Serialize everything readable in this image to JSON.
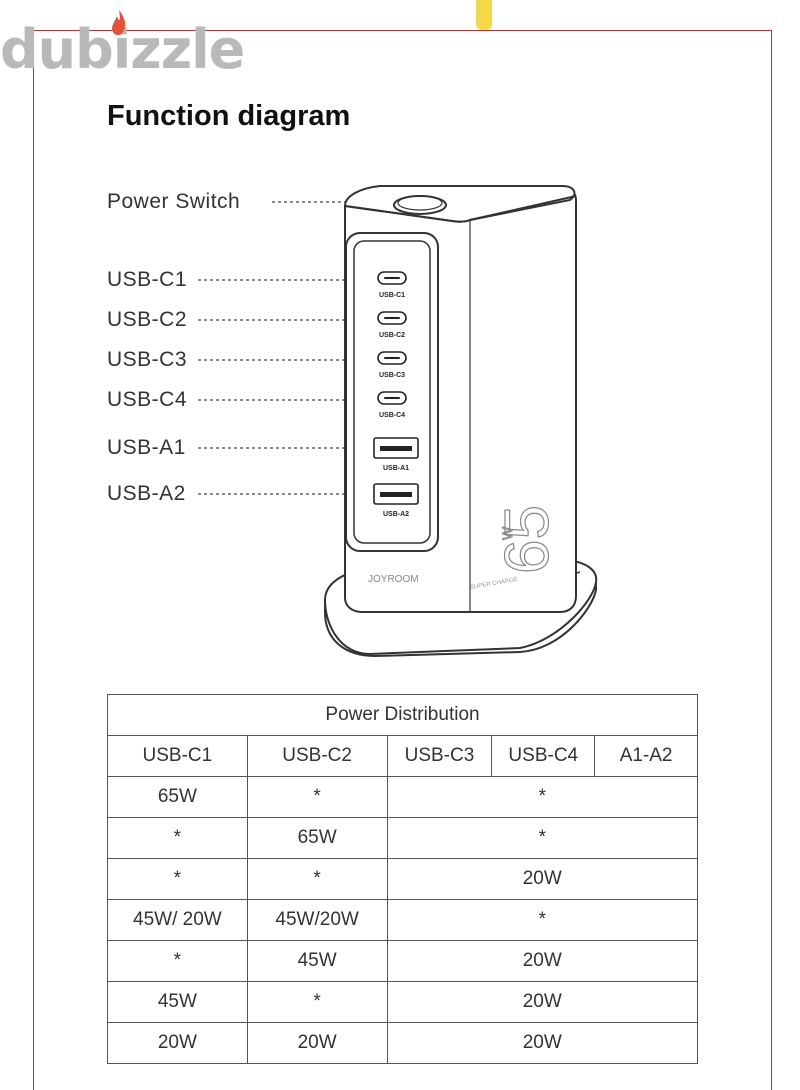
{
  "logo": {
    "text": "dubizzle"
  },
  "title": "Function diagram",
  "ports": [
    {
      "label": "Power Switch"
    },
    {
      "label": "USB-C1",
      "engraving": "USB-C1"
    },
    {
      "label": "USB-C2",
      "engraving": "USB-C2"
    },
    {
      "label": "USB-C3",
      "engraving": "USB-C3"
    },
    {
      "label": "USB-C4",
      "engraving": "USB-C4"
    },
    {
      "label": "USB-A1",
      "engraving": "USB-A1"
    },
    {
      "label": "USB-A2",
      "engraving": "USB-A2"
    }
  ],
  "device": {
    "brand": "JOYROOM",
    "wattage": "65",
    "wattage_unit": "W",
    "tagline": "SUPER CHARGE"
  },
  "table": {
    "title": "Power Distribution",
    "headers": [
      "USB-C1",
      "USB-C2",
      "USB-C3",
      "USB-C4",
      "A1-A2"
    ],
    "rows": [
      [
        "65W",
        "*",
        "*"
      ],
      [
        "*",
        "65W",
        "*"
      ],
      [
        "*",
        "*",
        "20W"
      ],
      [
        "45W/ 20W",
        "45W/20W",
        "*"
      ],
      [
        "*",
        "45W",
        "20W"
      ],
      [
        "45W",
        "*",
        "20W"
      ],
      [
        "20W",
        "20W",
        "20W"
      ]
    ]
  },
  "colors": {
    "frame": "#a33a3a",
    "logo_gray": "#b9b9b9",
    "flame": "#e0533a",
    "accent_yellow": "#f4d84a"
  }
}
